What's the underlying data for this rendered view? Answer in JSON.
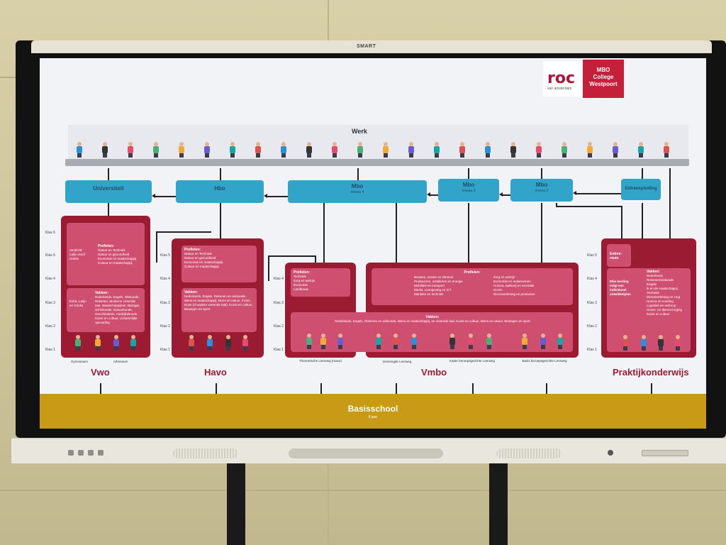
{
  "device": {
    "brand": "SMART"
  },
  "logo": {
    "roc": "roc",
    "roc_sub": "van amsterdam",
    "mbo_lines": [
      "MBO",
      "College",
      "Westpoort"
    ]
  },
  "werk": {
    "label": "Werk"
  },
  "blue_boxes": {
    "universiteit": "Universiteit",
    "hbo": "Hbo",
    "mbo4": {
      "title": "Mbo",
      "sub": "niveau 4"
    },
    "mbo3": {
      "title": "Mbo",
      "sub": "niveau 3"
    },
    "mbo2": {
      "title": "Mbo",
      "sub": "niveau 2"
    },
    "entree": "Entreeopleiding"
  },
  "vwo": {
    "name": "Vwo",
    "tracks": [
      "Gymnasium",
      "Atheneum"
    ],
    "klassen": [
      "Klas 6",
      "Klas 5",
      "Klas 4",
      "Klas 3",
      "Klas 2",
      "Klas 1"
    ],
    "upper_left": "Verplicht: Latijn en/of Grieks",
    "profielen_title": "Profielen:",
    "profielen": [
      "Natuur en Techniek",
      "Natuur en gezondheid",
      "Economie en maatschappij",
      "Cultuur en maatschappij"
    ],
    "lower_left": "Extra: Latijn en Grieks",
    "vakken_title": "Vakken:",
    "vakken": "Nederlands, Engels, Wiskunde, Rekenen, Moderne vreemde taal, Maatschappijleer, Biologie, Scheikunde, Natuurkunde, Geschiedenis, Aardrijkskunde, Kunst en cultuur, Lichamelijke opvoeding"
  },
  "havo": {
    "name": "Havo",
    "klassen": [
      "Klas 5",
      "Klas 4",
      "Klas 3",
      "Klas 2",
      "Klas 1"
    ],
    "profielen_title": "Profielen:",
    "profielen": [
      "Natuur en Techniek",
      "Natuur en gezondheid",
      "Economie en maatschappij",
      "Cultuur en maatschappij"
    ],
    "vakken_title": "Vakken:",
    "vakken": "Nederlands, Engels, Rekenen en wiskunde, Mens en maatschappij, Mens en natuur, Frans, Duits (of andere vreemde taal), Kunst en cultuur, Bewegen en sport"
  },
  "vmbo": {
    "name": "Vmbo",
    "klassen": [
      "Klas 4",
      "Klas 3",
      "Klas 2",
      "Klas 1"
    ],
    "tracks": [
      "Theoretische Leerweg (mavo)",
      "Gemengde Leerweg",
      "Kader beroepsgerichte Leerweg",
      "Basis beroepsgerichte Leerweg"
    ],
    "tl_profielen_title": "Profielen:",
    "tl_profielen": [
      "Techniek",
      "Zorg en welzijn",
      "Economie",
      "Landbouw"
    ],
    "profielen_title": "Profielen:",
    "profielen_left": [
      "Bouwen, wonen en interieur",
      "Produceren, installeren en energie",
      "Mobiliteit en transport",
      "Media, vormgeving en ICT",
      "Maritiem en techniek"
    ],
    "profielen_right": [
      "Zorg en welzijn",
      "Economie en ondernemen",
      "Horeca, bakkerij en recreatie",
      "Groen",
      "Dienstverlening en producten"
    ],
    "vakken_title": "Vakken:",
    "vakken": "Nederlands, Engels, Rekenen en wiskunde, Mens en maatschappij, 2e vreemde taal, Kunst en cultuur, Mens en natuur, Bewegen en sport"
  },
  "praktijk": {
    "name": "Praktijkonderwijs",
    "klassen": [
      "Klas 5",
      "Klas 4",
      "Klas 3",
      "Klas 2",
      "Klas 1"
    ],
    "entree": "Entree-route",
    "left_note": "Elke leerling volgt een individueel ontwikkelplan",
    "vakken_title": "Vakken:",
    "vakken": [
      "Nederlands",
      "Rekenen/wiskunde",
      "Engels",
      "Ik en de maatschappij",
      "Techniek",
      "Dienstverlening en zorg",
      "Horeca en voeding",
      "Logistiek en verkoop",
      "Groen- en dierverzorging",
      "Kunst en cultuur"
    ]
  },
  "basisschool": {
    "label": "Basisschool",
    "sub": "8 jaar"
  }
}
